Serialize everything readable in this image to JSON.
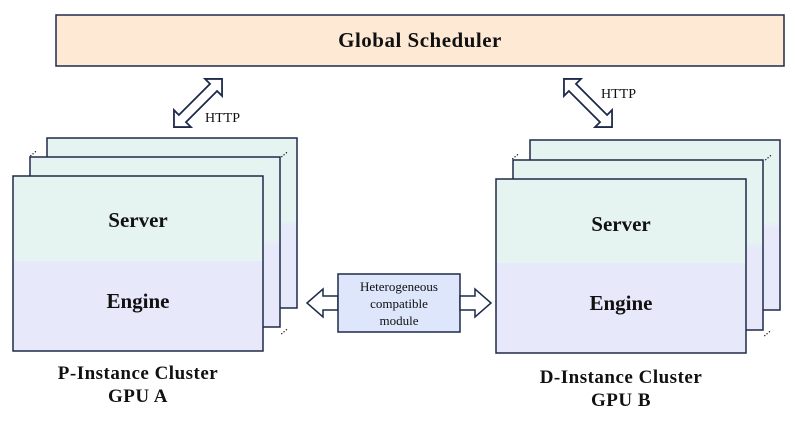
{
  "scheduler": {
    "label": "Global Scheduler"
  },
  "links": {
    "left_protocol": "HTTP",
    "right_protocol": "HTTP"
  },
  "p_cluster": {
    "server_label": "Server",
    "engine_label": "Engine",
    "name": "P-Instance Cluster",
    "gpu": "GPU A"
  },
  "d_cluster": {
    "server_label": "Server",
    "engine_label": "Engine",
    "name": "D-Instance Cluster",
    "gpu": "GPU B"
  },
  "module": {
    "label": "Heterogeneous\ncompatible\nmodule"
  },
  "colors": {
    "scheduler_fill": "#fde9d4",
    "server_fill": "#e6f4f1",
    "engine_fill": "#e7e8fa",
    "module_fill": "#dde6fb",
    "stroke": "#1e2a4a"
  }
}
